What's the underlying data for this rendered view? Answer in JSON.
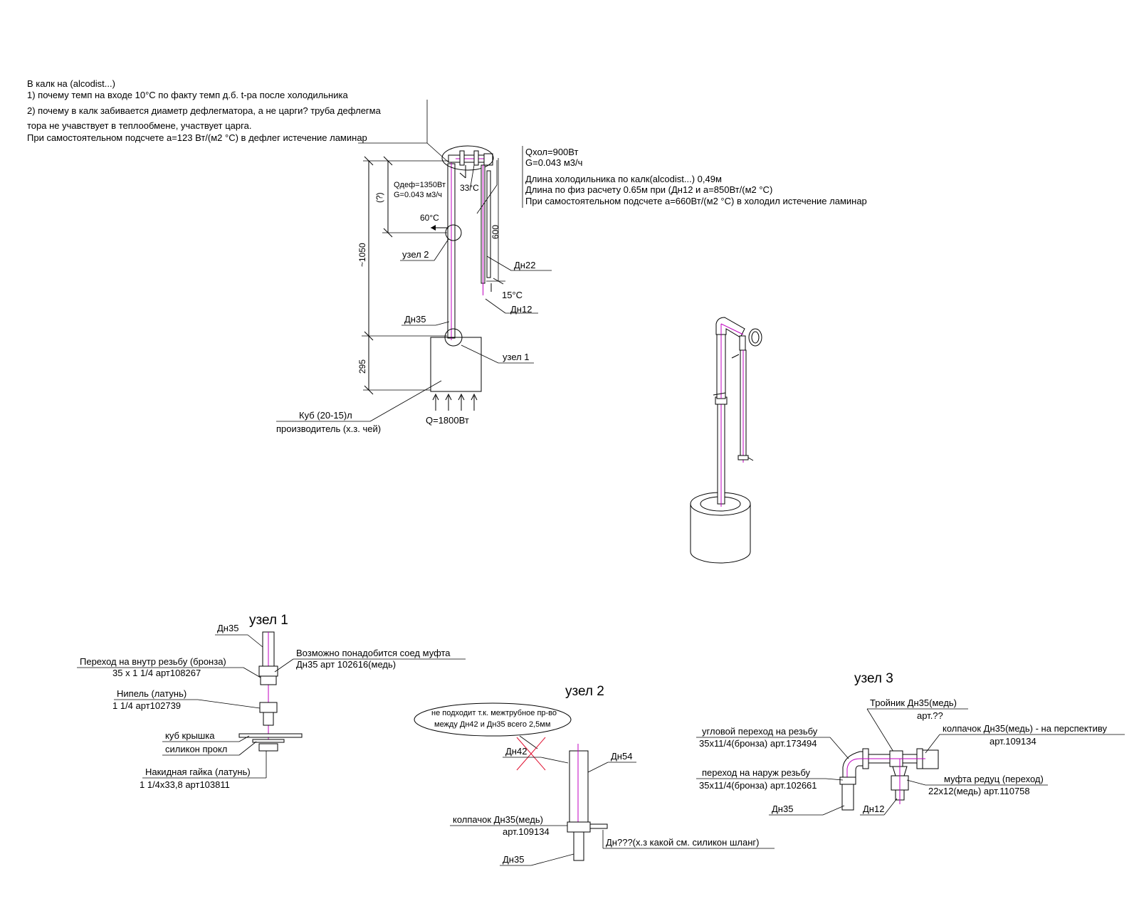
{
  "notes": {
    "line1": "В калк на (alcodist...)",
    "line2": "1) почему темп на входе 10°C по факту темп д.б. t-ра после холодильника",
    "line3": "2) почему в калк забивается диаметр дефлегматора, а не царги? труба дефлегма",
    "line4": "тора не учавствует в теплообмене, участвует царга.",
    "line5": "При самостоятельном подсчете a=123 Вт/(м2 °C) в дефлег истечение ламинар"
  },
  "cooler": {
    "q": "Qхол=900Вт",
    "g": "G=0.043 м3/ч",
    "len_calc": "Длина холодильника по калк(alcodist...) 0,49м",
    "len_phys": "Длина по физ расчету 0.65м при (Дн12 и a=850Вт/(м2 °C)",
    "self_calc": "При самостоятельном подсчете a=660Вт/(м2 °C) в холодил истечение ламинар"
  },
  "scheme": {
    "qdef": "Qдеф=1350Вт",
    "gdef": "G=0.043 м3/ч",
    "q_unknown": "(?)",
    "t33": "33°C",
    "t60": "60°C",
    "t15": "15°C",
    "dim_1050": "~1050",
    "dim_295": "295",
    "dim_600": "600",
    "node2": "узел 2",
    "node1": "узел 1",
    "dn35": "Дн35",
    "dn22": "Дн22",
    "dn12": "Дн12",
    "cube": "Куб (20-15)л",
    "maker": "производитель (х.з. чей)",
    "q_heat": "Q=1800Вт"
  },
  "node1": {
    "title": "узел 1",
    "dn35": "Дн35",
    "adapter": "Переход на внутр резьбу (бронза)",
    "adapter_art": "35 х 1 1/4 арт108267",
    "coupling": "Возможно понадобится соед муфта",
    "coupling_art": "Дн35 арт 102616(медь)",
    "nipple": "Нипель (латунь)",
    "nipple_art": "1 1/4 арт102739",
    "lid": "куб крышка",
    "gasket": "силикон прокл",
    "nut": "Накидная гайка (латунь)",
    "nut_art": "1 1/4х33,8 арт103811"
  },
  "node2": {
    "title": "узел 2",
    "note1": "не подходит т.к. межтрубное пр-во",
    "note2": "между Дн42 и Дн35 всего 2,5мм",
    "dn42": "Дн42",
    "dn54": "Дн54",
    "cap": "колпачок Дн35(медь)",
    "cap_art": "арт.109134",
    "hose": "Дн???(х.з какой см. силикон шланг)",
    "dn35": "Дн35"
  },
  "node3": {
    "title": "узел 3",
    "tee": "Тройник Дн35(медь)",
    "tee_art": "арт.??",
    "elbow": "угловой переход на резьбу",
    "elbow_art": "35x11/4(бронза) арт.173494",
    "cap": "колпачок Дн35(медь) - на перспективу",
    "cap_art": "арт.109134",
    "ext": "переход на наруж резьбу",
    "ext_art": "35x11/4(бронза) арт.102661",
    "reducer": "муфта редуц (переход)",
    "reducer_art": "22x12(медь) арт.110758",
    "dn35": "Дн35",
    "dn12": "Дн12"
  }
}
